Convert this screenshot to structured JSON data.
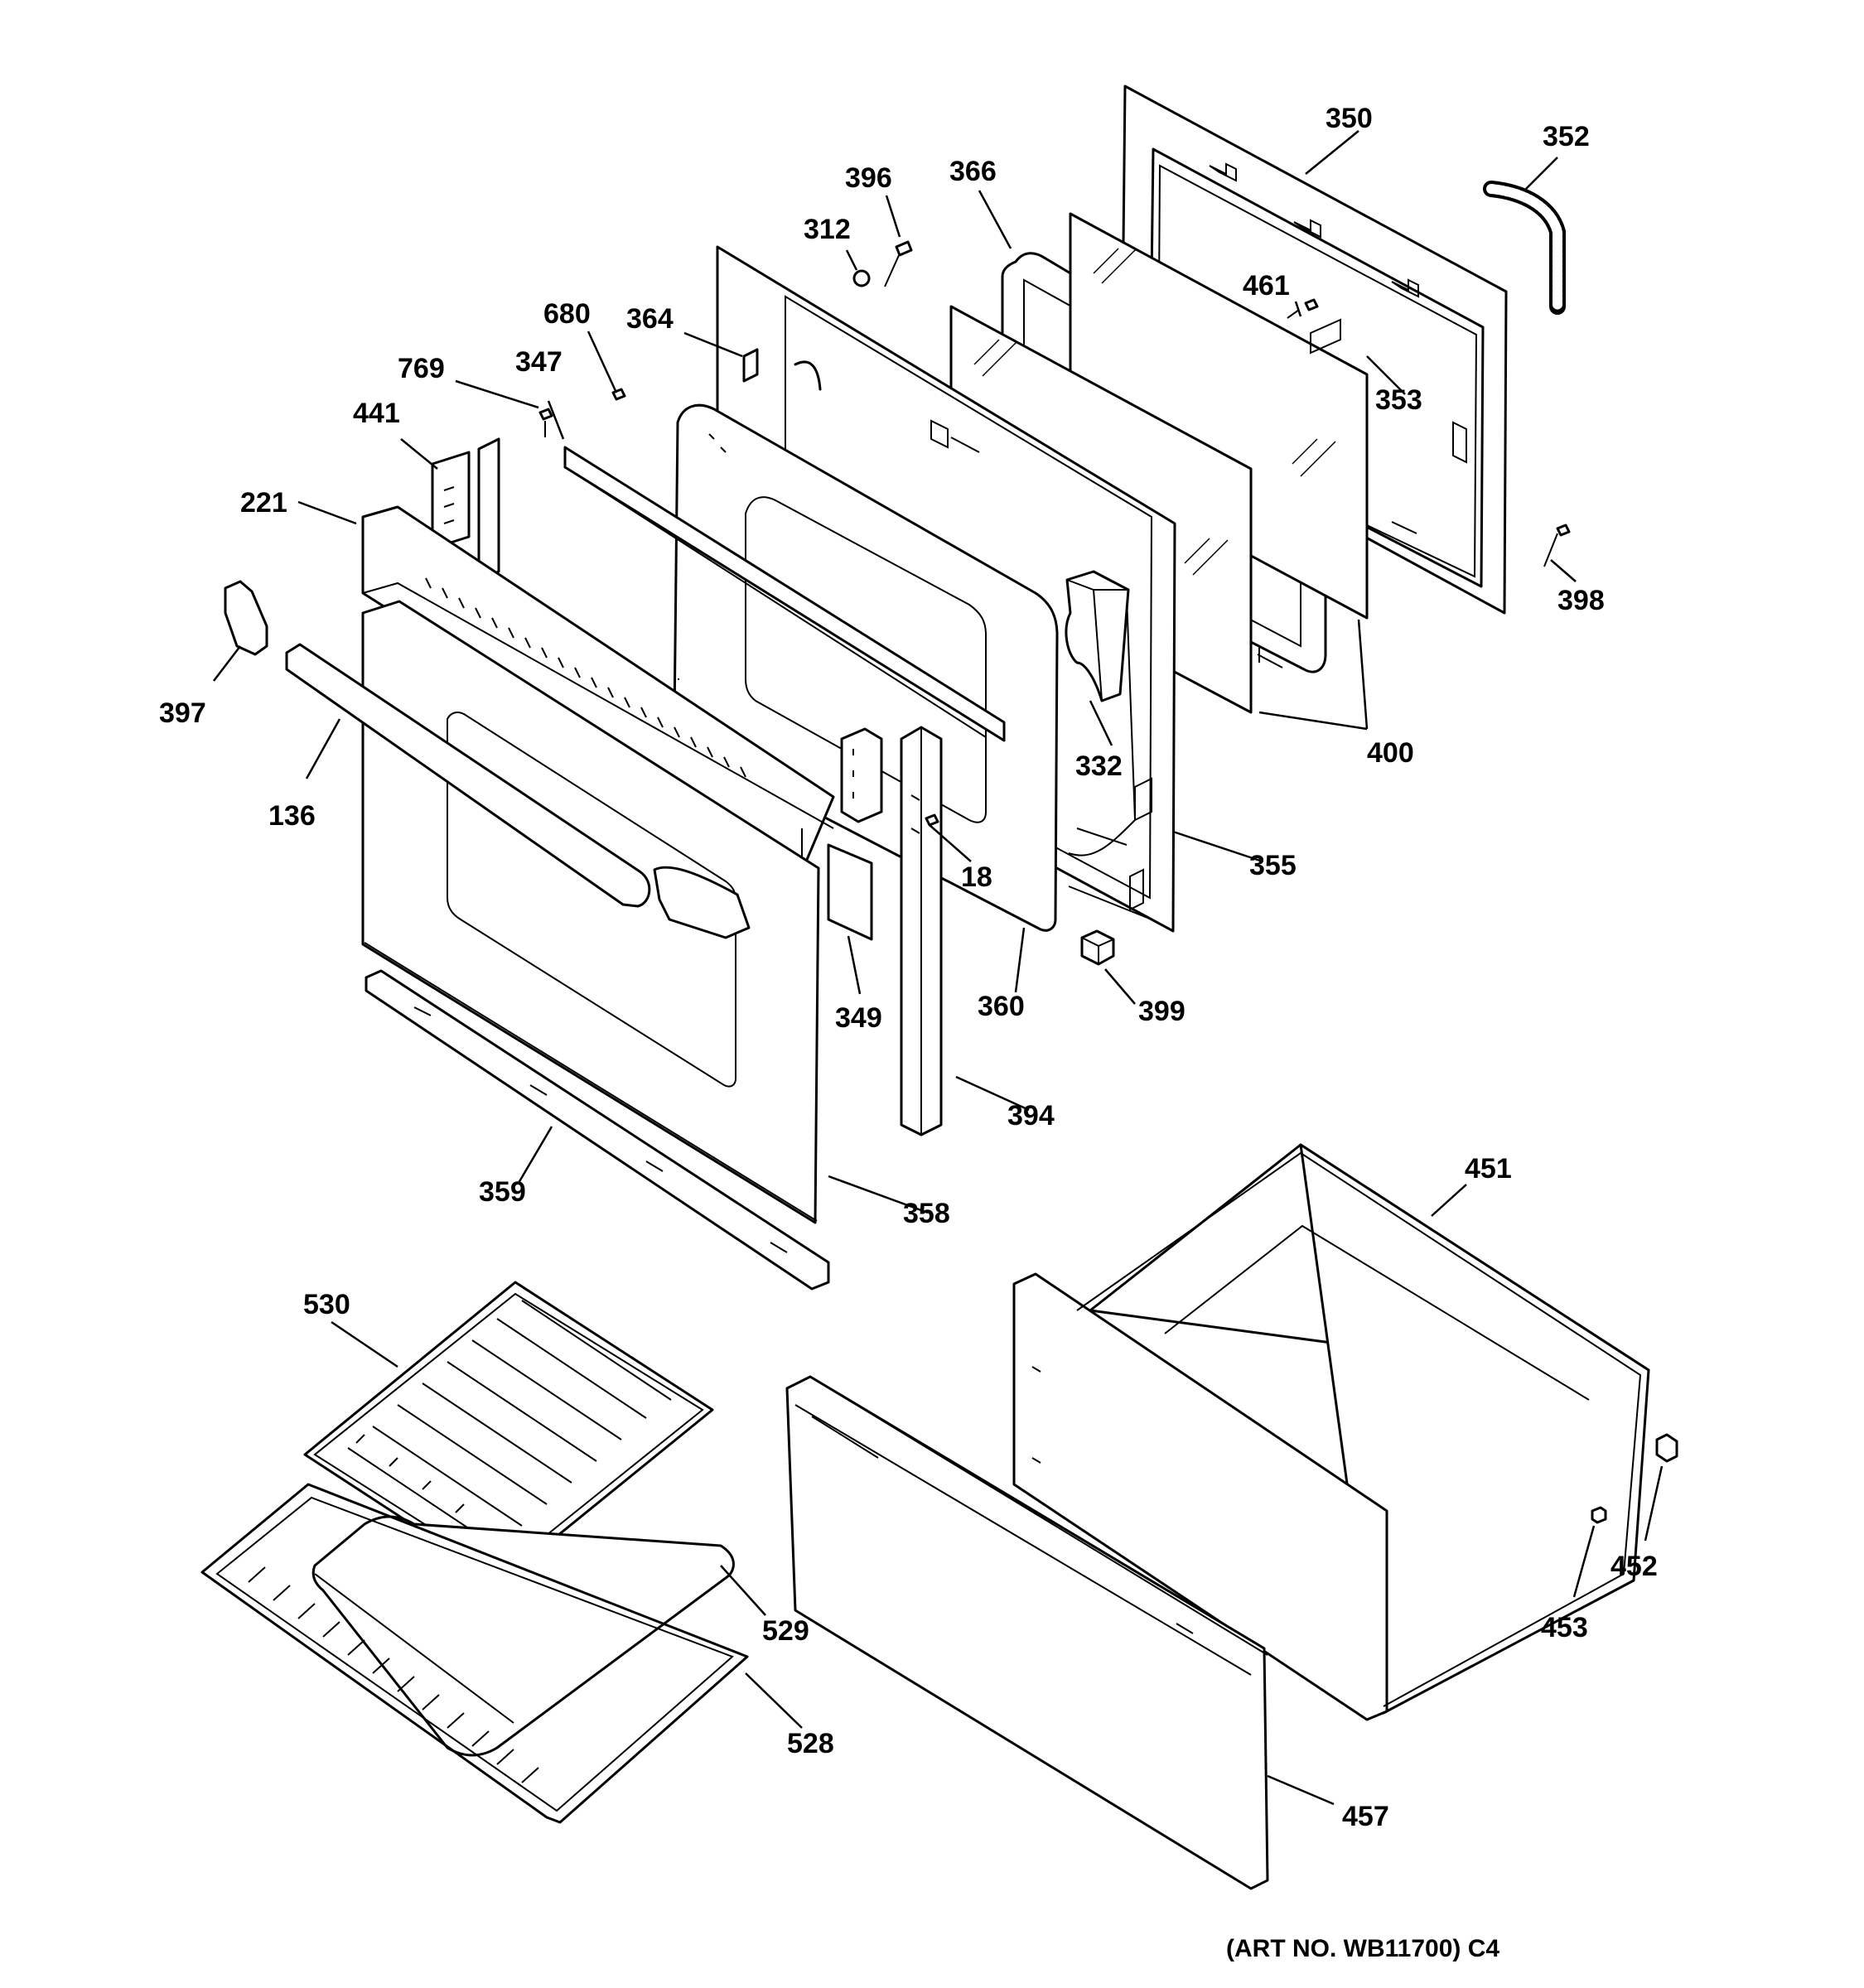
{
  "parts": [
    {
      "id": "p350",
      "num": "350"
    },
    {
      "id": "p352",
      "num": "352"
    },
    {
      "id": "p396",
      "num": "396"
    },
    {
      "id": "p366",
      "num": "366"
    },
    {
      "id": "p312",
      "num": "312"
    },
    {
      "id": "p461",
      "num": "461"
    },
    {
      "id": "p364",
      "num": "364"
    },
    {
      "id": "p680",
      "num": "680"
    },
    {
      "id": "p353",
      "num": "353"
    },
    {
      "id": "p769",
      "num": "769"
    },
    {
      "id": "p347",
      "num": "347"
    },
    {
      "id": "p441",
      "num": "441"
    },
    {
      "id": "p221",
      "num": "221"
    },
    {
      "id": "p398",
      "num": "398"
    },
    {
      "id": "p397",
      "num": "397"
    },
    {
      "id": "p332",
      "num": "332"
    },
    {
      "id": "p400",
      "num": "400"
    },
    {
      "id": "p136",
      "num": "136"
    },
    {
      "id": "p18",
      "num": "18"
    },
    {
      "id": "p355",
      "num": "355"
    },
    {
      "id": "p349",
      "num": "349"
    },
    {
      "id": "p360",
      "num": "360"
    },
    {
      "id": "p399",
      "num": "399"
    },
    {
      "id": "p394",
      "num": "394"
    },
    {
      "id": "p451",
      "num": "451"
    },
    {
      "id": "p359",
      "num": "359"
    },
    {
      "id": "p358",
      "num": "358"
    },
    {
      "id": "p530",
      "num": "530"
    },
    {
      "id": "p452",
      "num": "452"
    },
    {
      "id": "p529",
      "num": "529"
    },
    {
      "id": "p453",
      "num": "453"
    },
    {
      "id": "p528",
      "num": "528"
    },
    {
      "id": "p457",
      "num": "457"
    }
  ],
  "art_number": "(ART NO. WB11700) C4"
}
